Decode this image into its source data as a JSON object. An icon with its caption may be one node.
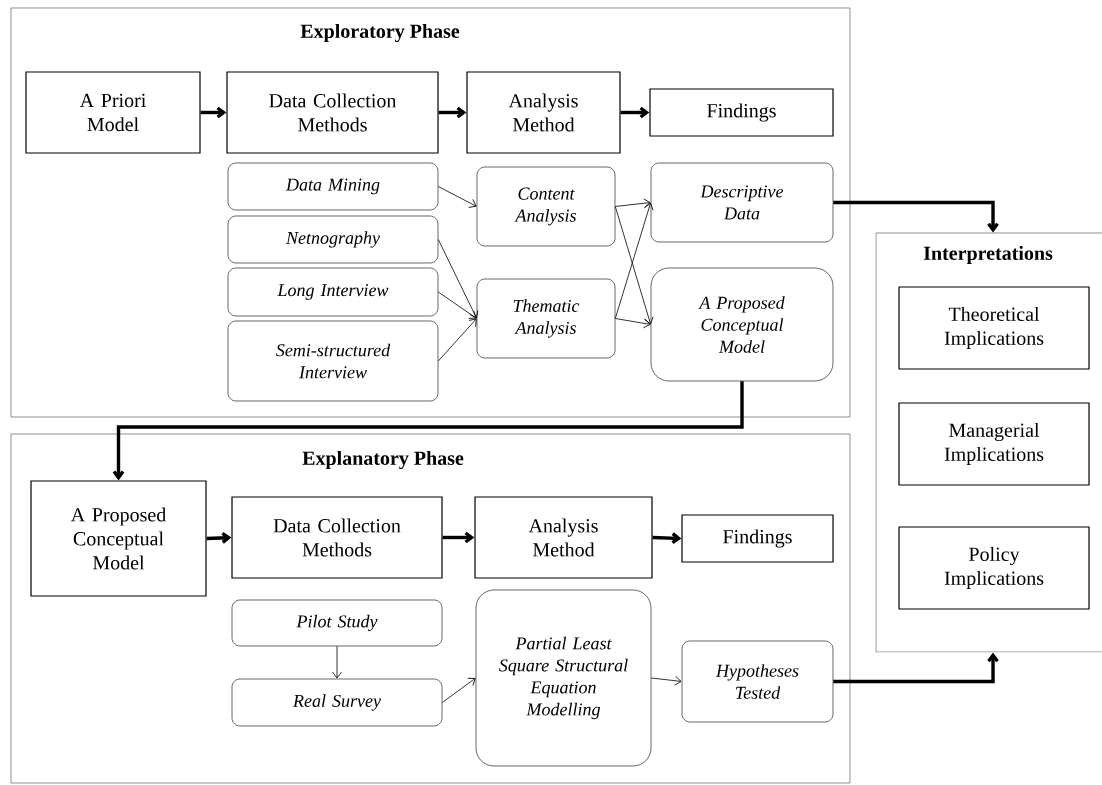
{
  "diagram": {
    "nodes": [
      {
        "text": [
          "Exploratory Phase"
        ]
      },
      {
        "text": [
          "A Priori Model"
        ],
        "in": 0
      },
      {
        "text": [
          "Data Collection Methods"
        ],
        "in": 0
      },
      {
        "text": [
          "Analysis Method"
        ],
        "in": 0
      },
      {
        "text": [
          "Findings"
        ],
        "in": 0
      },
      {
        "text": [
          "Data Mining"
        ],
        "in": 0
      },
      {
        "text": [
          "Netnography"
        ],
        "in": 0
      },
      {
        "text": [
          "Long Interview"
        ],
        "in": 0
      },
      {
        "text": [
          "Semi-structured Interview"
        ],
        "in": 0
      },
      {
        "text": [
          "Content Analysis"
        ],
        "in": 0
      },
      {
        "text": [
          "Thematic Analysis"
        ],
        "in": 0
      },
      {
        "text": [
          "Descriptive Data"
        ],
        "in": 0
      },
      {
        "text": [
          "A Proposed Conceptual Model"
        ],
        "in": 0
      },
      {
        "text": [
          "Explanatory Phase"
        ]
      },
      {
        "text": [
          "A Proposed Conceptual Model"
        ],
        "in": 13
      },
      {
        "text": [
          "Data Collection Methods"
        ],
        "in": 13
      },
      {
        "text": [
          "Analysis Method"
        ],
        "in": 13
      },
      {
        "text": [
          "Findings"
        ],
        "in": 13
      },
      {
        "text": [
          "Pilot Study"
        ],
        "in": 13
      },
      {
        "text": [
          "Real Survey"
        ],
        "in": 13
      },
      {
        "text": [
          "Partial Least Square Structural Equation Modelling"
        ],
        "in": 13
      },
      {
        "text": [
          "Hypotheses Tested"
        ],
        "in": 13
      },
      {
        "text": [
          "Interpretations"
        ]
      },
      {
        "text": [
          "Theoretical Implications"
        ],
        "in": 22
      },
      {
        "text": [
          "Managerial Implications"
        ],
        "in": 22
      },
      {
        "text": [
          "Policy Implications"
        ],
        "in": 22
      }
    ],
    "edges": [
      {
        "from": 1,
        "to": 2,
        "arrow": "to",
        "style": "thick"
      },
      {
        "from": 2,
        "to": 3,
        "arrow": "to",
        "style": "thick"
      },
      {
        "from": 3,
        "to": 4,
        "arrow": "to",
        "style": "thick"
      },
      {
        "from": 5,
        "to": 9,
        "arrow": "to"
      },
      {
        "from": 6,
        "to": 10,
        "arrow": "to"
      },
      {
        "from": 7,
        "to": 10,
        "arrow": "to"
      },
      {
        "from": 8,
        "to": 10,
        "arrow": "to"
      },
      {
        "from": 9,
        "to": 11,
        "arrow": "to"
      },
      {
        "from": 9,
        "to": 12,
        "arrow": "to"
      },
      {
        "from": 10,
        "to": 11,
        "arrow": "to"
      },
      {
        "from": 10,
        "to": 12,
        "arrow": "to"
      },
      {
        "from": 11,
        "to": 22,
        "arrow": "to",
        "style": "thick"
      },
      {
        "from": 12,
        "to": 14,
        "arrow": "to",
        "style": "thick"
      },
      {
        "from": 14,
        "to": 15,
        "arrow": "to",
        "style": "thick"
      },
      {
        "from": 15,
        "to": 16,
        "arrow": "to",
        "style": "thick"
      },
      {
        "from": 16,
        "to": 17,
        "arrow": "to",
        "style": "thick"
      },
      {
        "from": 18,
        "to": 19,
        "arrow": "to"
      },
      {
        "from": 19,
        "to": 20,
        "arrow": "to"
      },
      {
        "from": 20,
        "to": 21,
        "arrow": "to"
      },
      {
        "from": 21,
        "to": 22,
        "arrow": "to",
        "style": "thick"
      }
    ]
  }
}
